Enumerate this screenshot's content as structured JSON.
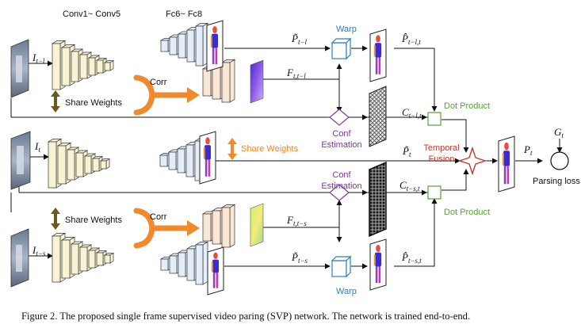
{
  "caption": "Figure 2. The proposed single frame supervised video paring (SVP) network. The network is trained end-to-end.",
  "labels": {
    "conv": "Conv1~ Conv5",
    "fc": "Fc6~ Fc8",
    "share_weights": "Share Weights",
    "corr": "Corr",
    "warp": "Warp",
    "conf_estimation_line1": "Conf",
    "conf_estimation_line2": "Estimation",
    "dot_product": "Dot Product",
    "temporal_fusion_line1": "Temporal",
    "fusion_line2": "Fusion",
    "parsing_loss": "Parsing loss"
  },
  "inputs": {
    "prev": {
      "base": "I",
      "sub": "t−l"
    },
    "cur": {
      "base": "I",
      "sub": "t"
    },
    "next": {
      "base": "I",
      "sub": "t−s"
    }
  },
  "symbols": {
    "p_tilde_prev": {
      "base": "P̃",
      "sub": "t−l"
    },
    "p_hat_prev": {
      "base": "P̂",
      "sub": "t−l,t"
    },
    "f_prev": {
      "base": "F",
      "sub": "t,t−l"
    },
    "c_prev": {
      "base": "C",
      "sub": "t−l,t"
    },
    "p_tilde_cur": {
      "base": "P̃",
      "sub": "t"
    },
    "p_out": {
      "base": "P",
      "sub": "t"
    },
    "g": {
      "base": "G",
      "sub": "t"
    },
    "c_next": {
      "base": "C",
      "sub": "t−s,t"
    },
    "f_next": {
      "base": "F",
      "sub": "t,t−s"
    },
    "p_tilde_next": {
      "base": "P̃",
      "sub": "t−s"
    },
    "p_hat_next": {
      "base": "P̂",
      "sub": "t−s,t"
    }
  },
  "colors": {
    "conv_block": "#f7f3d3",
    "fc_block": "#e3eef8",
    "corr_block": "#fbe7d6",
    "share_arrow": "#6b5a1e",
    "corr_arrow": "#f08a2c",
    "warp": "#2c7fc1",
    "conf": "#7d3c98",
    "dot": "#5aa13a",
    "fusion": "#c0392b"
  }
}
